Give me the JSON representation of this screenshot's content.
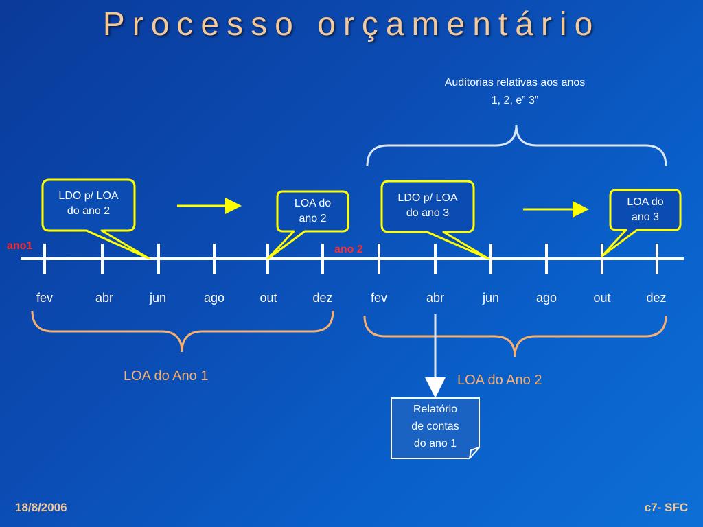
{
  "title": "Processo orçamentário",
  "audit_note": {
    "line1": "Auditorias relativas aos  anos",
    "line2": "1, 2, e” 3”"
  },
  "timeline": {
    "year_markers": [
      "ano1",
      "ano 2"
    ],
    "months": [
      "fev",
      "abr",
      "jun",
      "ago",
      "out",
      "dez",
      "fev",
      "abr",
      "jun",
      "ago",
      "out",
      "dez"
    ]
  },
  "callouts": [
    {
      "line1": "LDO p/ LOA",
      "line2": "do ano 2"
    },
    {
      "line1": "LOA do",
      "line2": "ano 2"
    },
    {
      "line1": "LDO p/ LOA",
      "line2": "do ano 3"
    },
    {
      "line1": "LOA do",
      "line2": "ano 3"
    }
  ],
  "loa_labels": [
    "LOA do Ano 1",
    "LOA do Ano 2"
  ],
  "report": {
    "line1": "Relatório",
    "line2": "de contas",
    "line3": "do ano 1"
  },
  "footer": {
    "date": "18/8/2006",
    "ref": "c7- SFC"
  },
  "colors": {
    "title": "#f4c99a",
    "callout_border": "#ffff00",
    "brace_top": "#dbe6f5",
    "brace_bottom": "#f6b070",
    "year_marker": "#ff2a2a",
    "report_box": "#1a63c2"
  }
}
